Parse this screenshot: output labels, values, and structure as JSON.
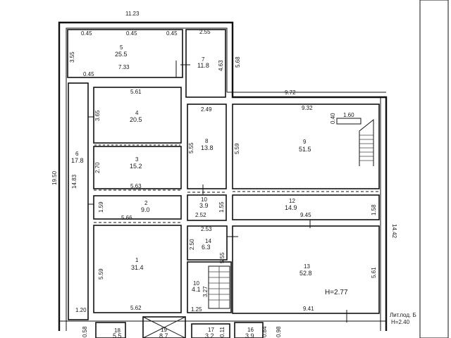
{
  "dims": {
    "top_width": "11.23",
    "left_height": "19.50",
    "right_height": "14.42",
    "mid_width": "9.72",
    "width_5": "7.33",
    "small_045_a": "0.45",
    "small_045_b": "0.45",
    "small_045_c": "0.45",
    "small_045_d": "0.45",
    "h_355": "3.55",
    "w_255": "2.55",
    "h_463": "4.63",
    "h_568": "5.68",
    "w_561": "5.61",
    "h_365": "3.65",
    "h_270": "2.70",
    "w_563": "5.63",
    "h_1483": "14.83",
    "h_159": "1.59",
    "w_566": "5.66",
    "h_559a": "5.59",
    "w_562": "5.62",
    "w_120": "1.20",
    "w_249": "2.49",
    "h_555a": "5.55",
    "w_252": "2.52",
    "h_155": "1.55",
    "w_253": "2.53",
    "h_250": "2.50",
    "h_555b": "5.55",
    "w_125": "1.25",
    "w_932": "9.32",
    "h_559b": "5.59",
    "stair_160": "1.60",
    "stair_040": "0.40",
    "w_945": "9.45",
    "h_158": "1.58",
    "h_561": "5.61",
    "w_941": "9.41",
    "h_327": "3.27",
    "b_058": "0.58",
    "b_011": "0.11",
    "b_084": "0.84",
    "b_098": "0.98"
  },
  "rooms": [
    {
      "num": "5",
      "area": "25.5"
    },
    {
      "num": "7",
      "area": "11.8"
    },
    {
      "num": "4",
      "area": "20.5"
    },
    {
      "num": "3",
      "area": "15.2"
    },
    {
      "num": "6",
      "area": "17.8"
    },
    {
      "num": "2",
      "area": "9.0"
    },
    {
      "num": "1",
      "area": "31.4"
    },
    {
      "num": "8",
      "area": "13.8"
    },
    {
      "num": "9",
      "area": "51.5"
    },
    {
      "num": "10",
      "area": "3.9"
    },
    {
      "num": "12",
      "area": "14.9"
    },
    {
      "num": "14",
      "area": "6.3"
    },
    {
      "num": "13",
      "area": "52.8"
    },
    {
      "num": "18",
      "area": "5.5"
    },
    {
      "num": "16",
      "area": "3.9"
    },
    {
      "num": "17",
      "area": "3.2"
    },
    {
      "num": "19",
      "area": "8.7"
    },
    {
      "num": "10",
      "area": "4.1"
    }
  ],
  "notes": {
    "height_main": "H=2.77",
    "lit": "Лит.под. Б",
    "height_lit": "H=2.40"
  }
}
